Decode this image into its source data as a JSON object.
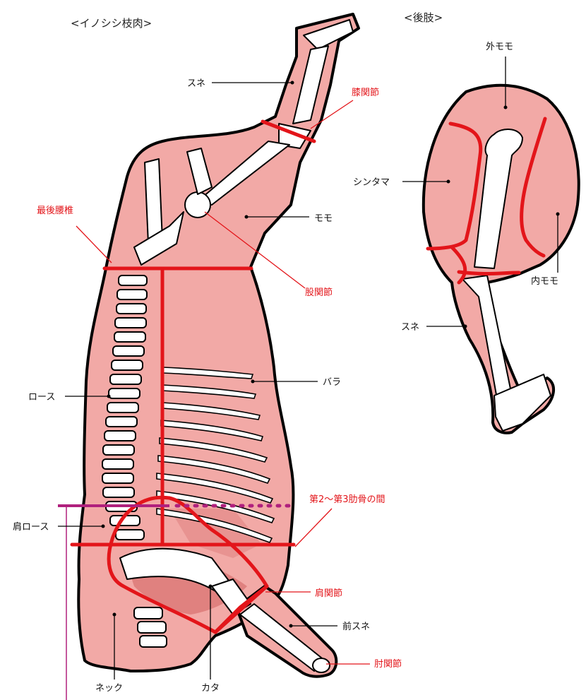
{
  "carcass": {
    "title": "<イノシシ枝肉>",
    "labels": {
      "sune": "スネ",
      "momo": "モモ",
      "rosu": "ロース",
      "bara": "バラ",
      "kata_rosu": "肩ロース",
      "nekku": "ネック",
      "kata": "カタ",
      "mae_sune": "前スネ"
    },
    "joint_labels": {
      "hiza": "膝関節",
      "saigo_yotsui": "最後腰椎",
      "kokansetsu": "股関節",
      "rokkotsu": "第2～第3肋骨の間",
      "kata_kansetsu": "肩関節",
      "hiji": "肘関節"
    }
  },
  "hindleg": {
    "title": "<後肢>",
    "labels": {
      "soto_momo": "外モモ",
      "shintama": "シンタマ",
      "uchi_momo": "内モモ",
      "sune": "スネ"
    }
  },
  "colors": {
    "meat": "#f2a9a6",
    "cut_line": "#e3151a",
    "reference_line": "#b0207d"
  }
}
